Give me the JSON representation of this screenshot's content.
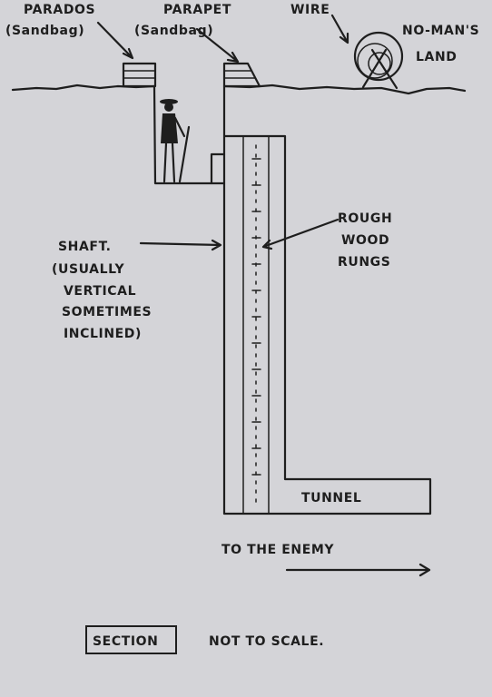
{
  "labels": {
    "parados": "PARADOS",
    "parados_sub": "(Sandbag)",
    "parapet": "PARAPET",
    "parapet_sub": "(Sandbag)",
    "wire": "WIRE",
    "no_mans_1": "NO-MAN'S",
    "no_mans_2": "LAND",
    "rough": "ROUGH",
    "wood": "WOOD",
    "rungs": "RUNGS",
    "shaft_1": "SHAFT.",
    "shaft_2": "(USUALLY",
    "shaft_3": "VERTICAL",
    "shaft_4": "SOMETIMES",
    "shaft_5": "INCLINED)",
    "tunnel": "TUNNEL",
    "to_enemy": "TO THE ENEMY",
    "section": "SECTION",
    "not_to_scale": "NOT TO SCALE."
  },
  "colors": {
    "background": "#d4d4d8",
    "ink": "#1e1e1e"
  }
}
